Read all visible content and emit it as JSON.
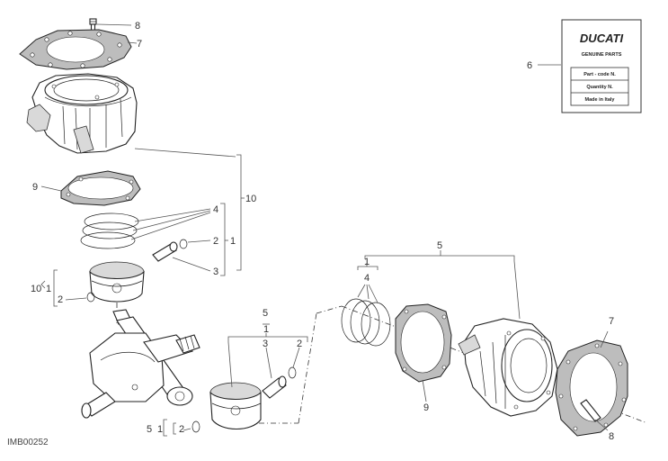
{
  "drawing_code": "IMB00252",
  "label_card": {
    "brand": "DUCATI",
    "line1": "GENUINE PARTS",
    "row1": "Part - code N.",
    "row2": "Quantity N.",
    "row3": "Made in Italy"
  },
  "callouts": {
    "c8_top": "8",
    "c7_top": "7",
    "c6": "6",
    "c10_top": "10",
    "c9_left": "9",
    "c4_left": "4",
    "c2_left": "2",
    "c1_left": "1",
    "c3_left": "3",
    "c10_left": "10",
    "c1_left_b": "1",
    "c2_left_b": "2",
    "c5_mid": "5",
    "c1_mid": "1",
    "c3_mid": "3",
    "c2_mid": "2",
    "c5_bot": "5",
    "c1_bot": "1",
    "c2_bot": "2",
    "c5_right": "5",
    "c1_right": "1",
    "c4_right": "4",
    "c9_right": "9",
    "c7_right": "7",
    "c8_right": "8"
  }
}
